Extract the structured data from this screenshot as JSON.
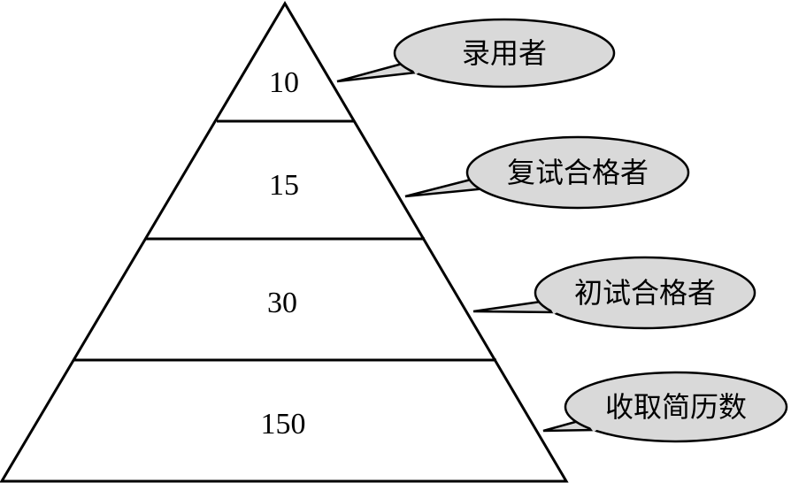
{
  "diagram": {
    "colors": {
      "stroke": "#000000",
      "pyramid_fill": "#ffffff",
      "bubble_fill": "#d9d9d9"
    },
    "levels": [
      {
        "value": "10",
        "label": "录用者"
      },
      {
        "value": "15",
        "label": "复试合格者"
      },
      {
        "value": "30",
        "label": "初试合格者"
      },
      {
        "value": "150",
        "label": "收取简历数"
      }
    ]
  }
}
